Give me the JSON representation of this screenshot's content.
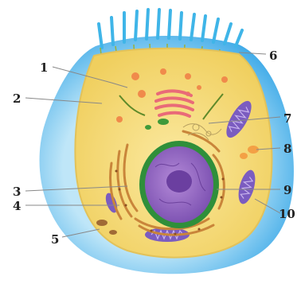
{
  "labels": [
    "1",
    "2",
    "3",
    "4",
    "5",
    "6",
    "7",
    "8",
    "9",
    "10"
  ],
  "colors": {
    "outer_membrane": "#2fa3e6",
    "outer_membrane_light": "#bfe6f8",
    "cytoplasm": "#f7df7a",
    "cytoplasm_edge": "#e2c25a",
    "nucleus": "#9b6fc7",
    "nucleus_envelope": "#2f8f3a",
    "mitochondria": "#7b5cc0",
    "golgi": "#e97a86",
    "er": "#c9853a",
    "microvilli": "#3fb5e8",
    "label_text": "#222222"
  }
}
